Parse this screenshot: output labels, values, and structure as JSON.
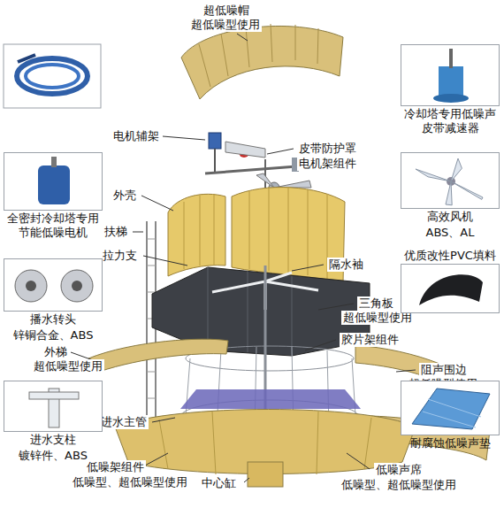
{
  "diagram": {
    "nodes": [
      {
        "text": [
          "全密封冷却塔专用节能低噪电机"
        ]
      },
      {
        "text": [
          "播水转头",
          "锌铜合金、ABS"
        ]
      },
      {
        "text": [
          "进水支柱",
          "镀锌件、ABS"
        ]
      },
      {
        "text": [
          "冷却塔专用低噪声皮带减速器"
        ]
      },
      {
        "text": [
          "高效风机",
          "ABS、AL"
        ]
      },
      {
        "text": [
          "优质改性PVC填料"
        ]
      },
      {
        "text": [
          "耐腐蚀低噪声垫"
        ]
      }
    ],
    "labels": [
      "超低噪帽",
      "超低噪型使用",
      "电机辅架",
      "皮带防护罩",
      "电机架组件",
      "外壳",
      "扶梯",
      "拉力支",
      "隔水袖",
      "三角板",
      "超低噪型使用",
      "胶片架组件",
      "外梯",
      "超低噪型使用",
      "阻声围边",
      "超低噪型使用",
      "进水主管",
      "低噪声席",
      "低噪架组件",
      "低噪型、超低噪型使用",
      "中心缸",
      "低噪型、超低噪型使用"
    ]
  }
}
